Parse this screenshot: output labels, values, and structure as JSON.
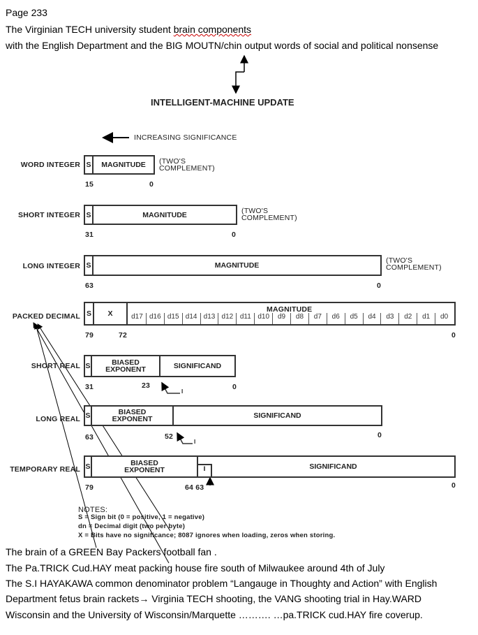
{
  "header": {
    "line1": "Page 233",
    "line2a": "The Virginian TECH university student ",
    "line2b": "brain  components",
    "line3": " with the English Department  and the BIG MOUTN/chin  output words of  social and political  nonsense"
  },
  "diagram": {
    "title": "INTELLIGENT-MACHINE UPDATE",
    "significance": "INCREASING SIGNIFICANCE",
    "formats": [
      {
        "label": "WORD INTEGER",
        "s": "S",
        "field": "MAGNITUDE",
        "note1": "(TWO'S",
        "note2": "COMPLEMENT)",
        "hi": "15",
        "lo": "0"
      },
      {
        "label": "SHORT INTEGER",
        "s": "S",
        "field": "MAGNITUDE",
        "note1": "(TWO'S",
        "note2": "COMPLEMENT)",
        "hi": "31",
        "lo": "0"
      },
      {
        "label": "LONG INTEGER",
        "s": "S",
        "field": "MAGNITUDE",
        "note1": "(TWO'S",
        "note2": "COMPLEMENT)",
        "hi": "63",
        "lo": "0"
      },
      {
        "label": "PACKED DECIMAL",
        "s": "S",
        "x": "X",
        "field": "MAGNITUDE",
        "hi": "79",
        "mid": "72",
        "lo": "0"
      },
      {
        "label": "SHORT REAL",
        "s": "S",
        "exp1": "BIASED",
        "exp2": "EXPONENT",
        "field": "SIGNIFICAND",
        "hi": "31",
        "mid": "23",
        "lo": "0",
        "implied": "I"
      },
      {
        "label": "LONG REAL",
        "s": "S",
        "exp1": "BIASED",
        "exp2": "EXPONENT",
        "field": "SIGNIFICAND",
        "hi": "63",
        "mid": "52",
        "lo": "0",
        "implied": "I"
      },
      {
        "label": "TEMPORARY REAL",
        "s": "S",
        "exp1": "BIASED",
        "exp2": "EXPONENT",
        "field": "SIGNIFICAND",
        "hi": "79",
        "mid": "64 63",
        "lo": "0",
        "ibit": "I"
      }
    ],
    "digits": [
      "d17",
      "d16",
      "d15",
      "d14",
      "d13",
      "d12",
      "d11",
      "d10",
      "d9",
      "d8",
      "d7",
      "d6",
      "d5",
      "d4",
      "d3",
      "d2",
      "d1",
      "d0"
    ],
    "notes": {
      "title": "NOTES:",
      "s": "S   = Sign bit (0 = positive, 1 = negative)",
      "d": "dn  = Decimal digit (two per byte)",
      "x": "X   = Bits have no significance; 8087 ignores when loading, zeros when storing."
    }
  },
  "footer": {
    "l1": "The brain of a GREEN Bay Packers football fan .",
    "l2": "The    Pa.TRICK      Cud.HAY  meat  packing house fire south of Milwaukee around   4th of July",
    "l3": " The S.I HAYAKAWA   common denominator problem “Langauge in Thoughty and Action”  with English",
    "l4": "Department fetus brain rackets→ Virginia TECH shooting,   the VANG shooting trial in Hay.WARD",
    "l5": "Wisconsin  and the     University of Wisconsin/Marquette ………. …pa.TRICK  cud.HAY  fire coverup."
  }
}
